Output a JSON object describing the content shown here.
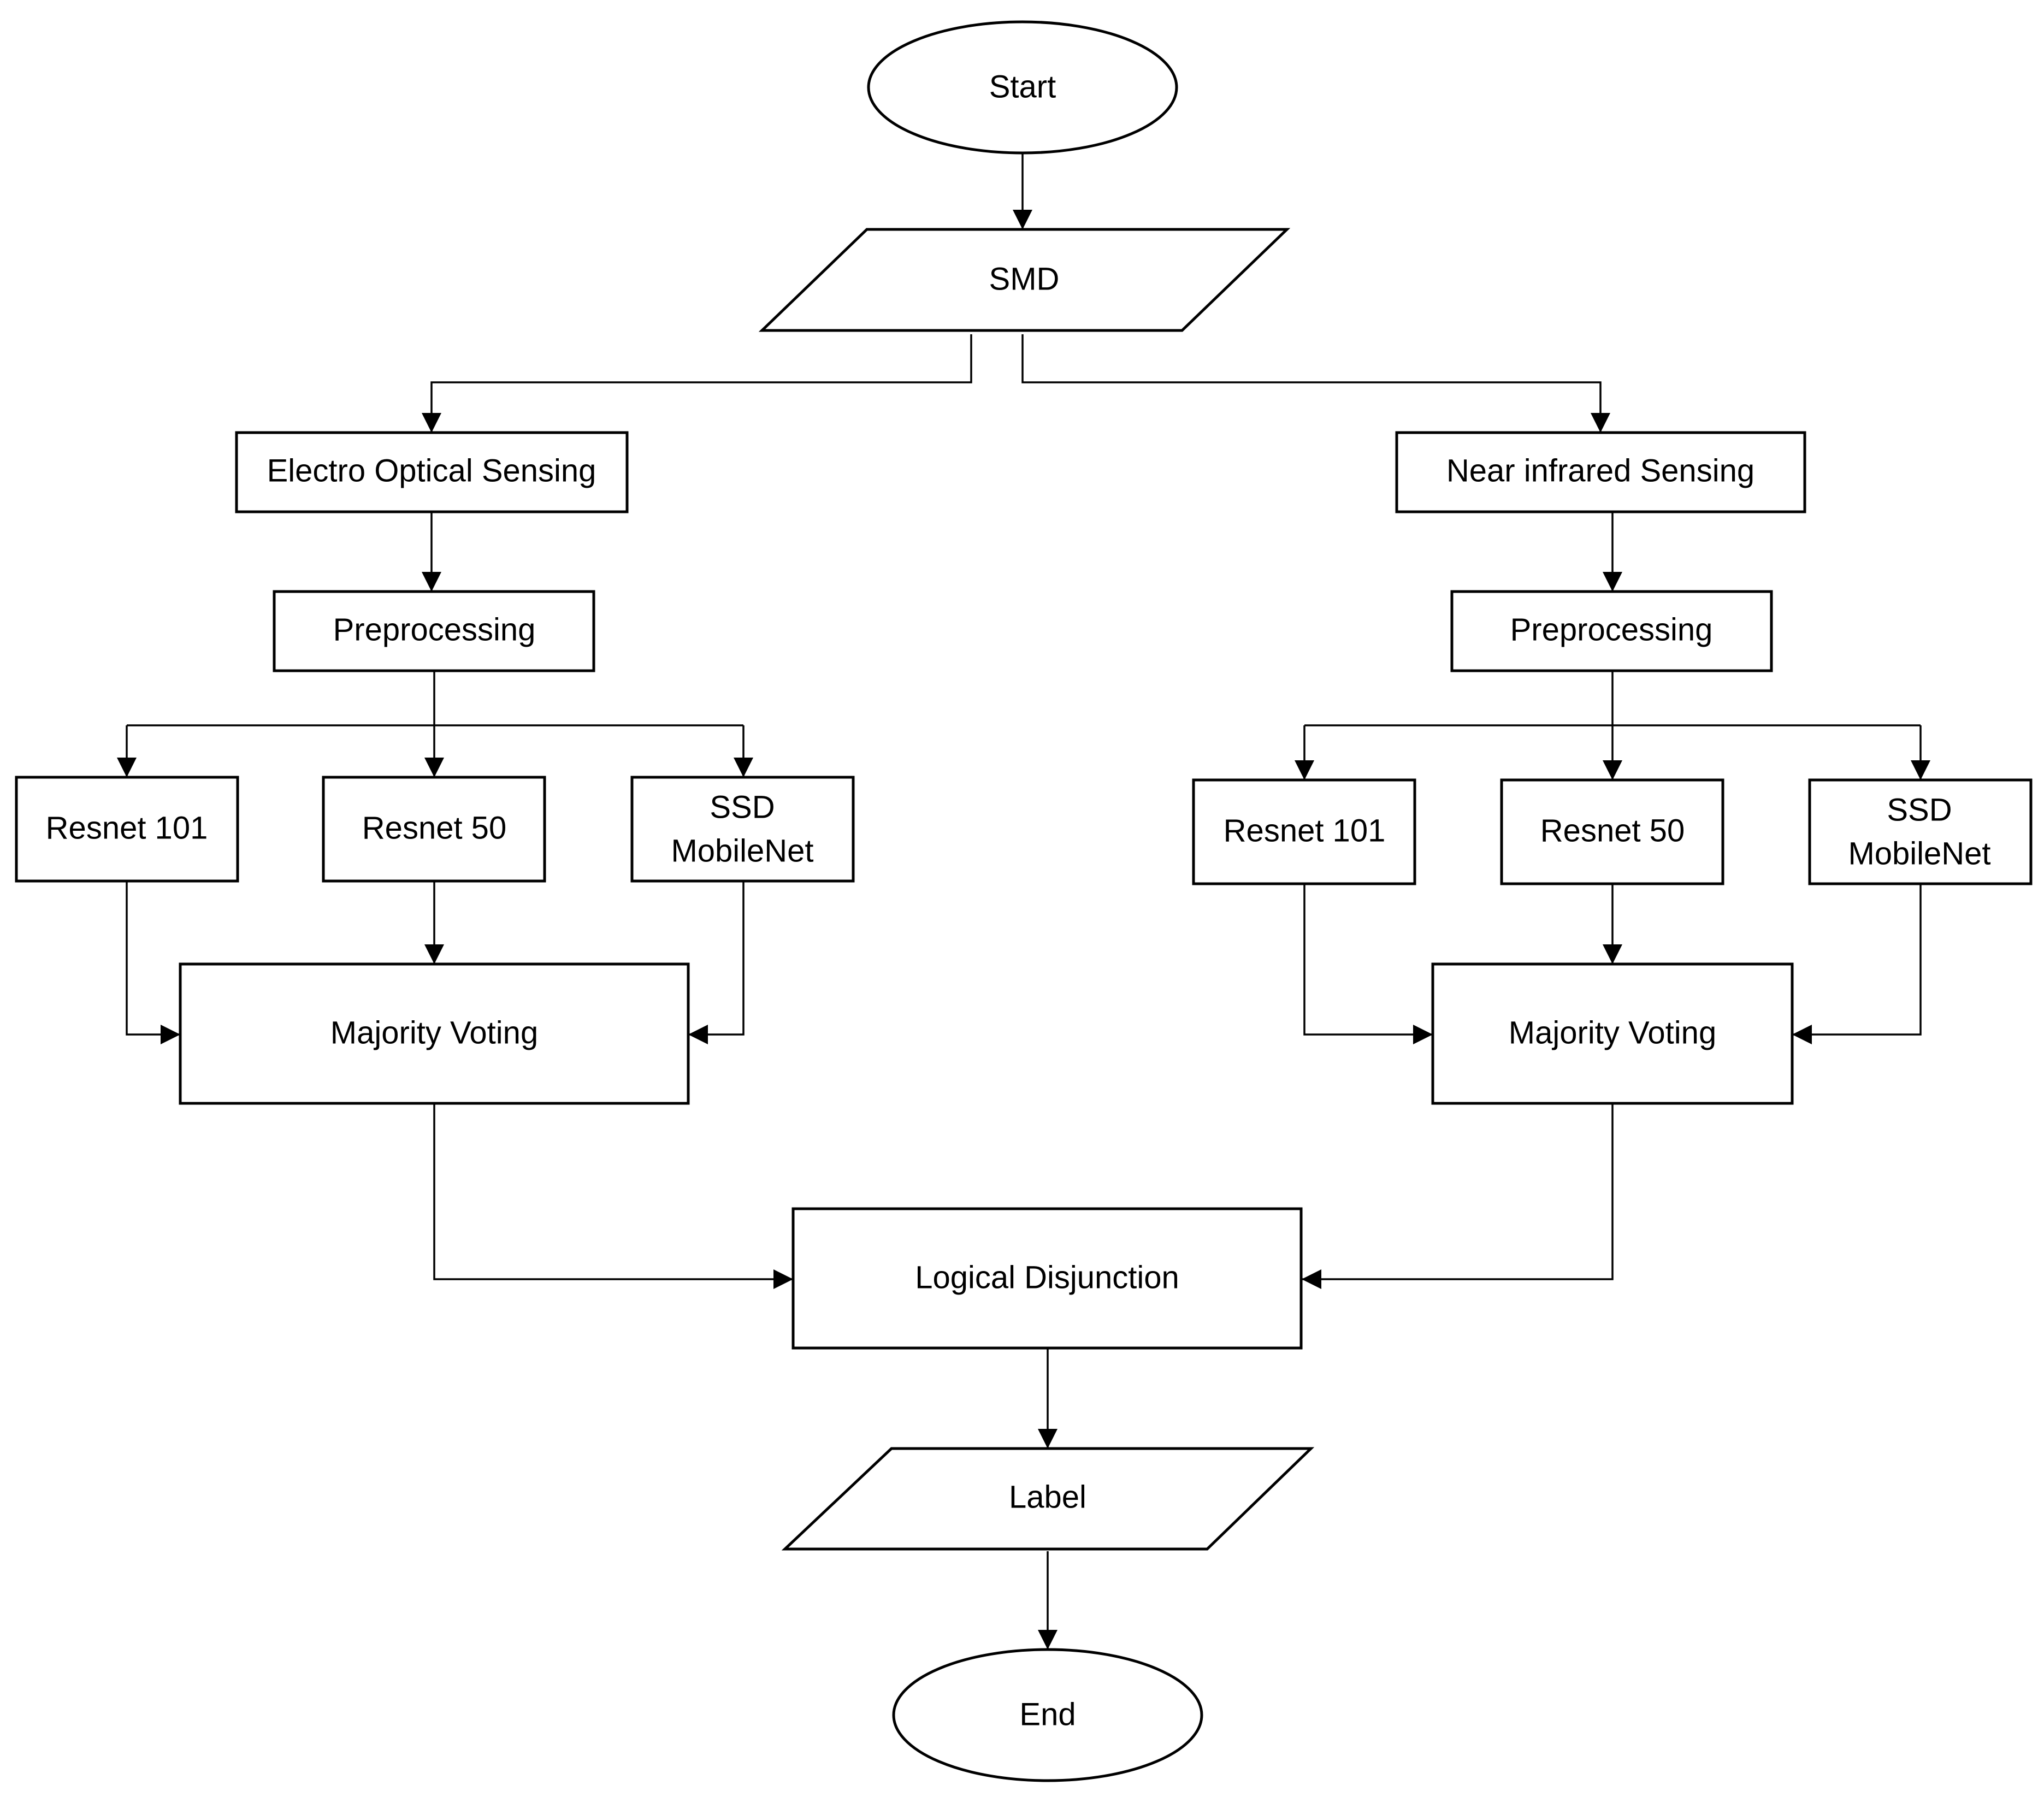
{
  "nodes": {
    "start": {
      "label": "Start"
    },
    "smd": {
      "label": "SMD"
    },
    "eo_sensing": {
      "label": "Electro Optical Sensing"
    },
    "nir_sensing": {
      "label": "Near infrared Sensing"
    },
    "eo_preprocessing": {
      "label": "Preprocessing"
    },
    "nir_preprocessing": {
      "label": "Preprocessing"
    },
    "eo_resnet101": {
      "label": "Resnet 101"
    },
    "eo_resnet50": {
      "label": "Resnet 50"
    },
    "eo_ssd": {
      "label_line1": "SSD",
      "label_line2": "MobileNet"
    },
    "nir_resnet101": {
      "label": "Resnet 101"
    },
    "nir_resnet50": {
      "label": "Resnet 50"
    },
    "nir_ssd": {
      "label_line1": "SSD",
      "label_line2": "MobileNet"
    },
    "eo_voting": {
      "label": "Majority Voting"
    },
    "nir_voting": {
      "label": "Majority Voting"
    },
    "disjunction": {
      "label": "Logical Disjunction"
    },
    "label": {
      "label": "Label"
    },
    "end": {
      "label": "End"
    }
  }
}
